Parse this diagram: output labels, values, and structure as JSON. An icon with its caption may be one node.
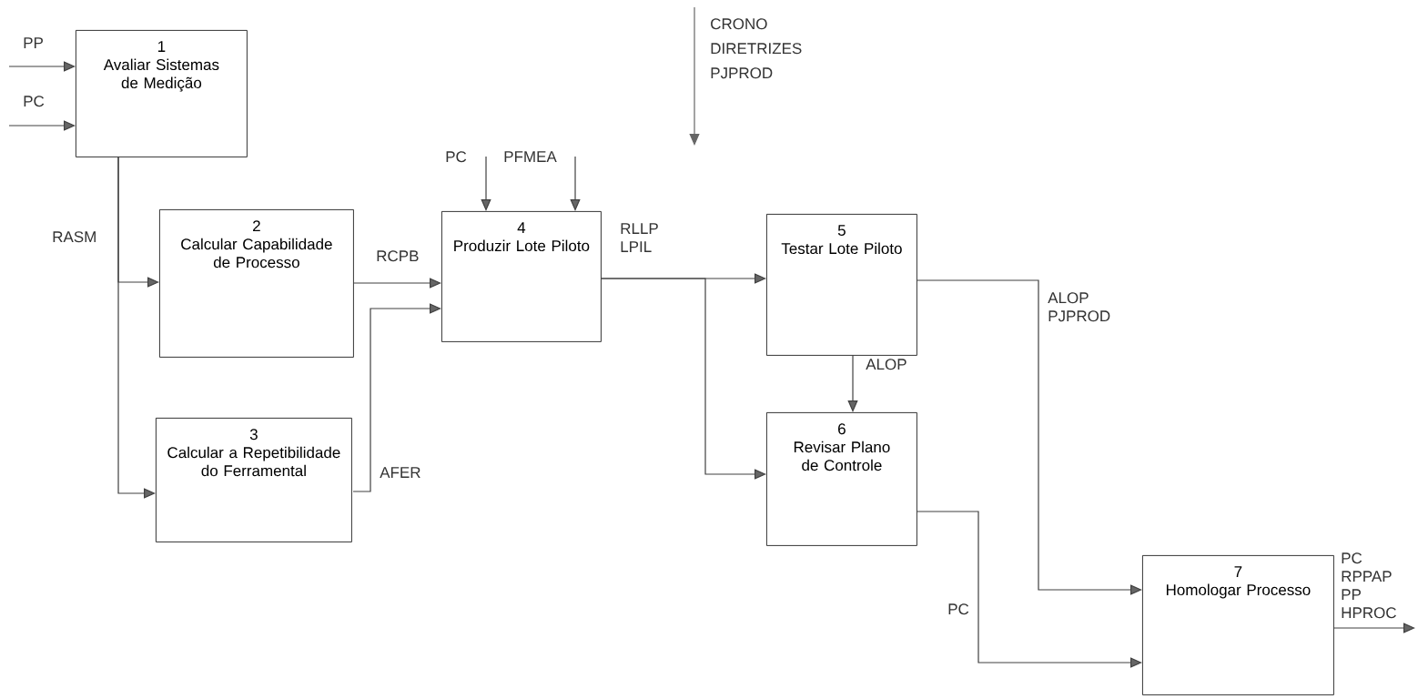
{
  "diagram": {
    "nodes": [
      {
        "text": [
          "1",
          "Avaliar Sistemas de Medição"
        ]
      },
      {
        "text": [
          "2",
          "Calcular Capabilidade de Processo"
        ]
      },
      {
        "text": [
          "3",
          "Calcular a Repetibilidade do Ferramental"
        ]
      },
      {
        "text": [
          "4",
          "Produzir Lote Piloto"
        ]
      },
      {
        "text": [
          "5",
          "Testar Lote Piloto"
        ]
      },
      {
        "text": [
          "6",
          "Revisar Plano de Controle"
        ]
      },
      {
        "text": [
          "7",
          "Homologar Processo"
        ]
      }
    ],
    "edges": [
      {
        "from": null,
        "to": 0,
        "arrow": "to",
        "label": "PP"
      },
      {
        "from": null,
        "to": 0,
        "arrow": "to",
        "label": "PC"
      },
      {
        "from": 0,
        "to": 1,
        "arrow": "to",
        "label": "RASM"
      },
      {
        "from": 0,
        "to": 2,
        "arrow": "to"
      },
      {
        "from": 1,
        "to": 3,
        "arrow": "to",
        "label": "RCPB"
      },
      {
        "from": 2,
        "to": 3,
        "arrow": "to",
        "label": "AFER"
      },
      {
        "from": null,
        "to": 3,
        "arrow": "to",
        "label": "PC"
      },
      {
        "from": null,
        "to": 3,
        "arrow": "to",
        "label": "PFMEA"
      },
      {
        "from": 3,
        "to": 4,
        "arrow": "to",
        "label": "RLLP LPIL"
      },
      {
        "from": 3,
        "to": 5,
        "arrow": "to"
      },
      {
        "from": 4,
        "to": 5,
        "arrow": "to",
        "label": "ALOP"
      },
      {
        "from": 4,
        "to": 6,
        "arrow": "to",
        "label": "ALOP PJPROD"
      },
      {
        "from": 5,
        "to": 6,
        "arrow": "to",
        "label": "PC"
      },
      {
        "from": 6,
        "to": null,
        "arrow": "to",
        "label": "PC RPPAP PP HPROC"
      }
    ],
    "labels": [
      "CRONO",
      "DIRETRIZES",
      "PJPROD"
    ]
  }
}
